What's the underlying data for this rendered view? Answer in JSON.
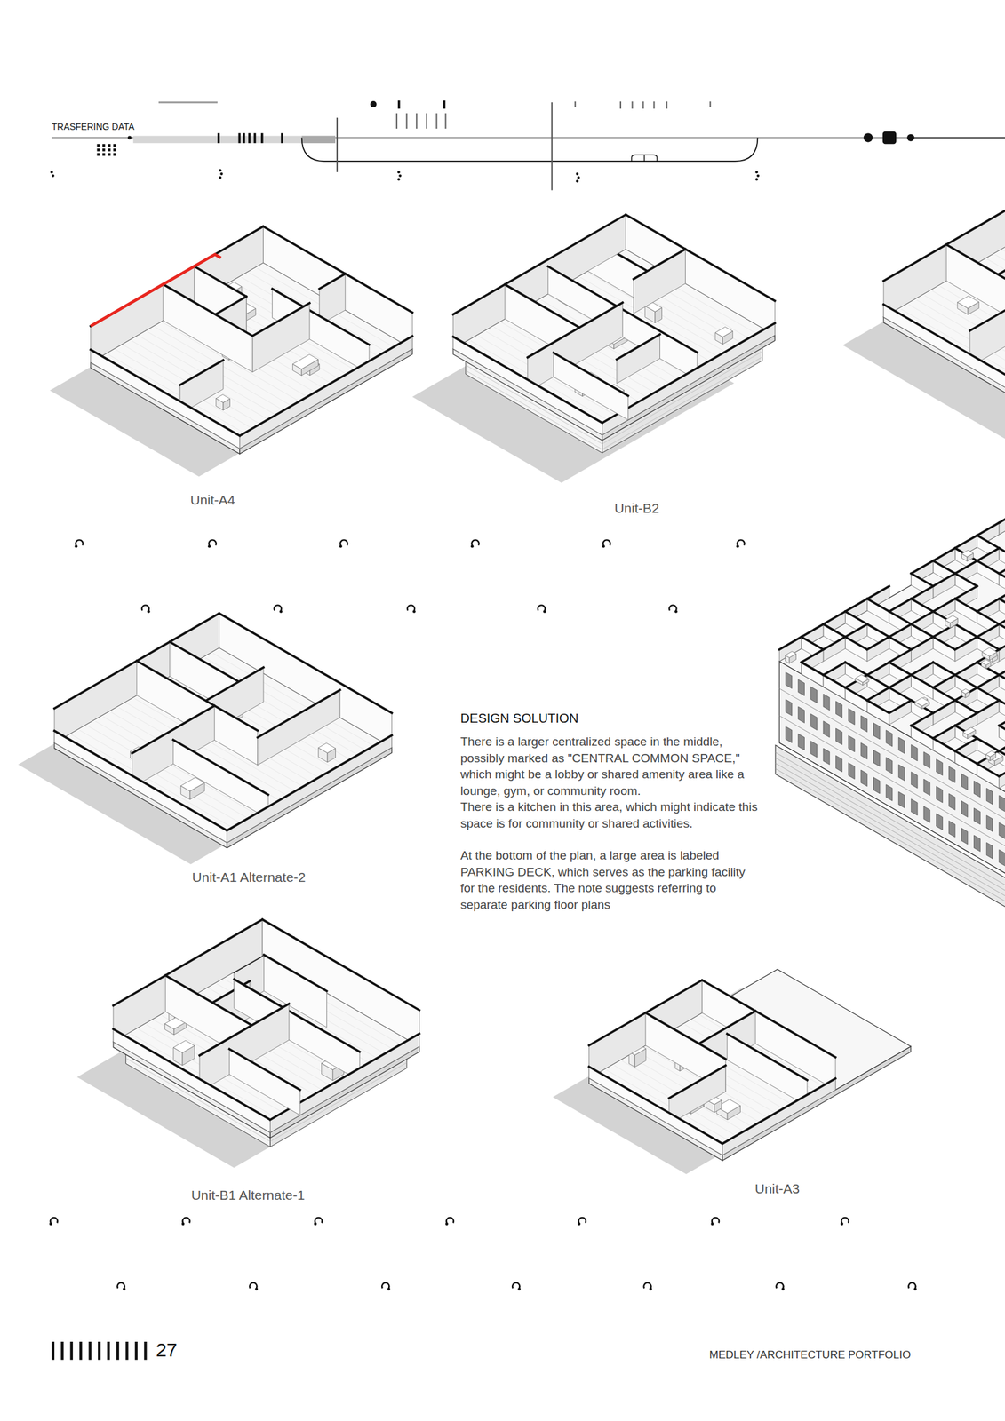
{
  "diagram": {
    "labels": [
      "TRASFERING DATA",
      "Unit-A4",
      "Unit-B2",
      "Unit-A1 Alternate-2",
      "DESIGN SOLUTION",
      "There is a larger centralized space in the middle, possibly marked as \"CENTRAL COMMON SPACE,\" which might be a lobby or shared amenity area like a lounge, gym, or community room.",
      "There is a kitchen in this area, which might indicate this space is for community or shared activities.",
      "At the bottom of the plan, a large area is labeled PARKING DECK, which serves as the parking facility for the residents. The note suggests referring to separate parking floor plans",
      "Unit-B1 Alternate-1",
      "Unit-A3",
      "27",
      "MEDLEY /ARCHITECTURE PORTFOLIO"
    ]
  }
}
